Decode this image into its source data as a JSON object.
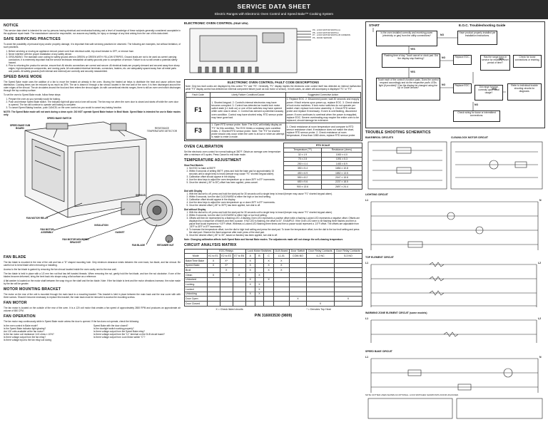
{
  "header": {
    "title": "SERVICE DATA SHEET",
    "subtitle": "Electric Ranges with Electronic Oven Control and Speed Bake™ Cooking System"
  },
  "notice": {
    "title": "NOTICE",
    "text": "This service data sheet is intended for use by persons having electrical and mechanical training and a level of knowledge of these subjects generally considered acceptable in the appliance repair trade. The manufacturer cannot be responsible, nor assume any liability, for injury or damage of any kind arising from the use of this data sheet."
  },
  "safe": {
    "title": "SAFE SERVICING PRACTICES",
    "intro": "To avoid the possibility of personal injury and/or property damage, it is important that safe servicing practices be observed. The following are examples, but without limitation, of such practices.",
    "items": [
      "Before servicing or moving an appliance remove power cord from electrical outlet, trip circuit breaker to OFF, or remove fuse.",
      "Never interfere with the proper installation of any safety device.",
      "GROUNDING: The standard color coding for safety ground wires is GREEN or GREEN WITH YELLOW STRIPES. Ground leads are not to be used as current carrying conductors. It is extremely important that the service technician reestablish all safety grounds prior to completion of service. Failure to do so will create a potential safety hazard.",
      "Prior to returning the product to service, ensure that: All electric connections are correct and secure. All electrical leads are properly dressed and secured away from sharp edges, high-temperature components, and moving parts. All uninsulated electrical terminals, connectors, heaters, etc. are adequately spaced away from all metal parts and panels. All safety grounds (both internal and external) are correctly and securely reassembled."
    ]
  },
  "speedbake": {
    "title": "SPEED BAKE MODE",
    "text": "The Speed Bake mode uses the addition of a fan to move the heated air already in the oven. Moving the heated air helps to distribute the heat and cause uniform heat distribution. Cooking times can be reduced by as much as 30%. The air is drawn in through a fan shroud located in the rear wall of the oven. It is then discharged around the outer edges of the shroud. The air circulates around the food and then enters the shroud again. As with conventional electric ranges, there is still an oven vent which discharges through the top cooktop surface.",
    "steps_intro": "To set the oven to Speed Bake mode, follow these steps:",
    "steps": [
      "Prepare the oven as you normally would for baking.",
      "Push and release Speed Bake switch. The indicator light will glow and a tone will sound. The fan may run when the oven door is closed and starts off while the oven door is opened. The fan will continue to operate until baking is complete.",
      "To cancel Speed Baking function, push CANCEL on the oven control as you would to cancel any baking function."
    ],
    "note": "NOTE: The Speed Bake mode will not work during a clean cycle. DO NOT operate Speed Bake feature in Broil Mode. Speed Bake is intended for use in Bake modes only."
  },
  "diagram": {
    "labels": {
      "switch": "SPEED BAKE SWITCH",
      "selector": "SPEED BAKE SUB BOARD",
      "sensor": "RESISTANCE TEMPERATURE DETECTOR",
      "relay": "FAN MOTOR RELAY",
      "motor": "FAN MOTOR ASSEMBLY",
      "shroud": "SHROUD",
      "bracket": "FAN MOTOR MOUNTING BRACKET",
      "blade": "FAN BLADE",
      "nut": "RETAINER NUT",
      "insul": "INSULATION",
      "gasket": "GASKET"
    }
  },
  "fanblade": {
    "title": "FAN BLADE",
    "p1": "The fan blade is mounted in the rear of the unit and has a \"D\" shaped mounting hole. Only minimum clearance exists between the oven back, fan blade, and fan shroud. Be careful not to bend blade when removing or installing.",
    "p2": "Access to the fan blade is gained by removing the fan shroud located inside the oven cavity next to the rear wall.",
    "p3": "The fan blade is held in place with a 1/2 mm hex nut that has left handed threads. When removing the nut, gently hold the fan blade, and turn the nut clockwise. If one of the blades become deformed, bring the bent back into shape using a flat surface as a reference.",
    "p4": "A flat washer is located on the motor shaft between the snap ring on the shaft and the fan blade. Note: If the fan blade is bent and the motor vibrations increase, the noise made by the fan will be greater."
  },
  "bracket": {
    "title": "MOTOR MOUNTING BRACKET",
    "text": "The motor on the rear of the unit is mounted through the main back to a mounting bracket. This bracket is held in place between the main back and the rear cover with with three screws. Should it become necessary to replace this bracket, the main back must be removed to access the mounting screws."
  },
  "fanmotor": {
    "title": "FAN MOTOR",
    "text": "The fan motor is located on the outside of the rear of the oven. It is a 120 volt motor that creates a fan speed of approximately 2800 RPM and produces an approximate air volume of 650 CFM."
  },
  "fanop": {
    "title": "FAN OPERATION",
    "intro": "The fan motor may continuously while in Speed Bake mode unless the door is opened. If the fan does not operate, check the following:",
    "left": [
      "Is the oven control in Bake mode?",
      "Is the Speed Bake indicator light glowing?",
      "Are 120 volts available at the fan motor?",
      "Is the fan motor coil resistance 14.5 ohms ± 10%?",
      "Is there voltage output from the fan relay?",
      "Is there voltage input to the fan relay coil during"
    ],
    "right": [
      "Speed Bake with the door closed?",
      "Is the doorlight switch working properly?",
      "Is there voltage output from the Speed Bake relay?",
      "Is there voltage output from the \"L1\" terminal on the DLB circuit board?",
      "Is there voltage output from Lock Motor switch \"C\"?"
    ]
  },
  "eoc": {
    "title": "ELECTRONIC OVEN CONTROL",
    "view": "(REAR VIEW)",
    "pins": [
      "P9 - LOCK MOTOR SWITCH A",
      "P8 - LOCK MOTOR SWITCH",
      "P7 - LOCK MOTOR SWITCH B COMMON",
      "P6 - DOOR SENSOR"
    ]
  },
  "fault": {
    "title": "ELECTRONIC OVEN CONTROL FAULT CODE DESCRIPTIONS",
    "note": "Note: Only two fault codes are displayed by this control \"F1\" and \"F3\". Generally, \"F1\" display implies the electronic oven control itself has detected an internal malfunction while \"F3\" display control has detected an external component failure (such as lock motor or sensor). In both cases, an alarm will accompany a displayed \"F1\" or \"F3\".",
    "headers": [
      "Fault Code",
      "Likely Failure Condition/Cause",
      "Suggested Corrective Action"
    ],
    "rows": [
      {
        "code": "F1",
        "cause": "1. Shorted keypad. 2. Control's internal electronics may have become corrupted. 3. Control has detected an invalid lock motor switch state (L1 both on) or one of the switches may have opened while oven was in clean. 4. Control has sensed a potential runaway oven condition. Control may have shorted relay. RTD sensor probe may have gone bad.",
        "action": "1. Replace EOC. 2. Disconnect power, wait 30 seconds and reapply power. If fault returns upon power-up, replace EOC. 3. Check status of lock motor switches. If lock motor switches do not operate per switch chart, replace lock motor assembly. 4. Check RTD sensor probe and replace if necessary. If oven is overheating, disconnect power. If oven continues to overheat when the power is reapplied, replace EOC. Severe overheating may require the entire oven to be replaced, should damage be extensive."
      },
      {
        "code": "F3",
        "cause": "1. Open RTD sensor probe. Note: The EOC will initially display an \"F1\" for this condition. The EOC thinks a runaway oven condition exists. 2. Shorted RTD sensor probe. Note: The \"F3\" for shorted probe should only occur when the oven is at low or when an attempt is made to enter a mode.",
        "action": "1. Check resistance at room temperature and compare to RTD sensor resistance chart. If resistance does not match the chart, replace RTD sensor probe. 2. Check resistance at room temperature, if less than 1080 ohms, replace RTD sensor probe."
      }
    ]
  },
  "calib": {
    "title": "OVEN CALIBRATION",
    "text": "Set the electronic oven control for normal baking at 350°F. Obtain an average oven temperature after a minimum of 5 cycles. Press Cancel to end bake mode.",
    "rtd_title": "RTD SCALE",
    "rtd_headers": [
      "Temperature (°F)",
      "Resistance (ohms)"
    ],
    "rtd_rows": [
      [
        "32 ± 1.9",
        "1000 ± 4.0"
      ],
      [
        "75 ± 2.5",
        "1091 ± 5.3"
      ],
      [
        "250 ± 4.4",
        "1453 ± 8.9"
      ],
      [
        "350 ± 5.4",
        "1654 ± 10.8"
      ],
      [
        "450 ± 6.9",
        "1852 ± 13.5"
      ],
      [
        "550 ± 8.2",
        "2047 ± 15.8"
      ],
      [
        "650 ± 9.6",
        "2237 ± 18.5"
      ],
      [
        "900 ± 13.6",
        "2697 ± 24.4"
      ]
    ]
  },
  "tempadj": {
    "title": "TEMPERATURE ADJUSTMENT",
    "sub1": "Slow Fast Models",
    "steps1": [
      "Set EOC to bake at 550°F.",
      "Within 5 seconds of setting 550°F, press and hold the bake pad for approximately 15 seconds until a single beep is heard (beeper may cause \"F1\" shorted keypad alarm).",
      "Calibration offset should appear in the display.",
      "Use the slew keys to adjust the oven temperature up or down 35°F in 5°F increments.",
      "Once the desired (-35° to 35°) offset has been applied, press cancel."
    ],
    "sub2": "Dial with Display",
    "steps2": [
      "With the dial set to off, press and hold the start pad for 30 seconds until a single beep is heard (beeper may cause \"F1\" shorted keypad alarm).",
      "Within 5 seconds, turn the dial CLOCKWISE to either the high or low broil setting.",
      "Calibration offset should appear in the display.",
      "Use the slew keys to adjust the oven temperature up or down 35°F in 5°F increments.",
      "Once the desired offset (-35° to 35°F) has been applied, turn dial to off."
    ],
    "sub3": "Dial without Display",
    "steps3": [
      "With the dial set to off, press and hold the start pad for 30 seconds until a single beep is heard (beeper may cause \"F1\" shorted keypad alarm).",
      "Within 5 seconds, turn the dial CLOCKWISE to either high or low broil setting.",
      "Offsets will then be represented by a flashing LED. A flashing Oven LED represents a positive offset while a flashing Locked LED represents a negative offset. Offsets are displayed by a sequence of flashes and then a pause. If NO LED is flashing, the offset is 00°. EXAMPLE: If the Oven LED were to be flashing three flashes and then a pause that would represent a +15°F offset. Whereas a Locked LED flashing three times and then a pause would represent a -15°F offset. The offsets are adjustable from -35°F to 35°F in 5°F increments.",
      "To increase the temperature offset, turn the dial to high broil setting and press the start pad. To lower the temperature offset, turn the dial to the low broil setting and press the start pad. Observe the flash sequence after each press of the start pad.",
      "Once the desired offset (-35° to 35°, based on flashes) has been applied, turn dial to off."
    ],
    "note": "Note: Changing calibration affects both Speed Bake and Normal Bake modes. The adjustments made will not change the self-cleaning temperature."
  },
  "matrix": {
    "title": "CIRCUIT ANALYSIS MATRIX",
    "group_headers": [
      "EOC Relays",
      "Lock Motor Switches",
      "DLB Board",
      "Door Switch",
      "Door Relay Contacts",
      "Door Relay Contacts"
    ],
    "sub_headers": [
      "Mode",
      "K1 to E1",
      "E2 to E3",
      "E7 to E6",
      "A",
      "B",
      "C",
      "L1-01",
      "COM-NO",
      "4-2 NC",
      "5-3 NO"
    ],
    "rows": [
      [
        "Bake/Time Bake",
        "X",
        "X*",
        "",
        "X",
        "",
        "X",
        "X",
        "",
        "",
        ""
      ],
      [
        "Speed Bake",
        "X",
        "X*",
        "",
        "X",
        "",
        "X",
        "X",
        "",
        "",
        ""
      ],
      [
        "Broil",
        "",
        "X",
        "",
        "X",
        "",
        "X",
        "X",
        "",
        "",
        ""
      ],
      [
        "Clean",
        "X",
        "",
        "X",
        "",
        "X",
        "",
        "",
        "",
        "",
        ""
      ],
      [
        "Unlocked",
        "",
        "",
        "",
        "X",
        "",
        "X",
        "",
        "",
        "",
        ""
      ],
      [
        "Locking",
        "",
        "",
        "",
        "X",
        "X",
        "",
        "",
        "",
        "",
        ""
      ],
      [
        "Locked",
        "",
        "",
        "",
        "",
        "X",
        "",
        "",
        "",
        "",
        ""
      ],
      [
        "Unlocking",
        "",
        "",
        "",
        "X",
        "X",
        "",
        "",
        "",
        "",
        ""
      ],
      [
        "Door Open",
        "",
        "",
        "",
        "",
        "",
        "",
        "",
        "X",
        "",
        "X"
      ],
      [
        "Door Closed",
        "",
        "",
        "",
        "",
        "",
        "",
        "",
        "",
        "X",
        ""
      ]
    ],
    "legend_x": "X = Check listed circuits",
    "legend_star": "* = Denotes Top Heat"
  },
  "part_number": "P/N 316003530 (9809)",
  "flow": {
    "title": "E.O.C. Troubleshooting Guide",
    "start": "START",
    "yes": "YES",
    "no": "NO",
    "boxes": {
      "q1": "Is the oven installed correctly and receiving power (electricity or gas) from the utility connections?",
      "a1": "Have product properly installed per installation instructions.",
      "q2": "Flashing time of day. Touch cancel or clock pad. Did the display stop flashing?",
      "r1": "Replace EOC.",
      "q3": "Has the range been in service for relatively short period of time?",
      "a3": "Check for loose connections or rewiring.",
      "q4": "Touch each of the control's function pads. Does the control respond accordingly and do the respective pad's LEDs light (if provided)? Can the display be changed using the Up or Down arrows?",
      "r2": "Replace EOC.",
      "q5": "Did range function correctly upon initial usage?",
      "a5": "Refer to individual trouble shooting circuits for diagnosis.",
      "a6": "Check wiring for loose or intermittent connections."
    }
  },
  "schem": {
    "title": "TROUBLE SHOOTING SCHEMATICS",
    "bake": "BAKE/BROIL CIRCUITS",
    "clean": "CLEAN/LOCK MOTOR CIRCUIT",
    "light": "LIGHTING CIRCUIT",
    "top": "TOP ELEMENT CIRCUIT",
    "warm": "WARMING ZONE ELEMENT CIRCUIT (some models)",
    "speed": "SPEED BAKE CIRCUIT",
    "l1": "L1",
    "l2": "L2",
    "n": "N",
    "notes": "NOTE: DOTTED LINES SHOWN AS OPTIONAL. LOCK SWITCHES SHOWN WITH DOOR UNLOCKED."
  }
}
